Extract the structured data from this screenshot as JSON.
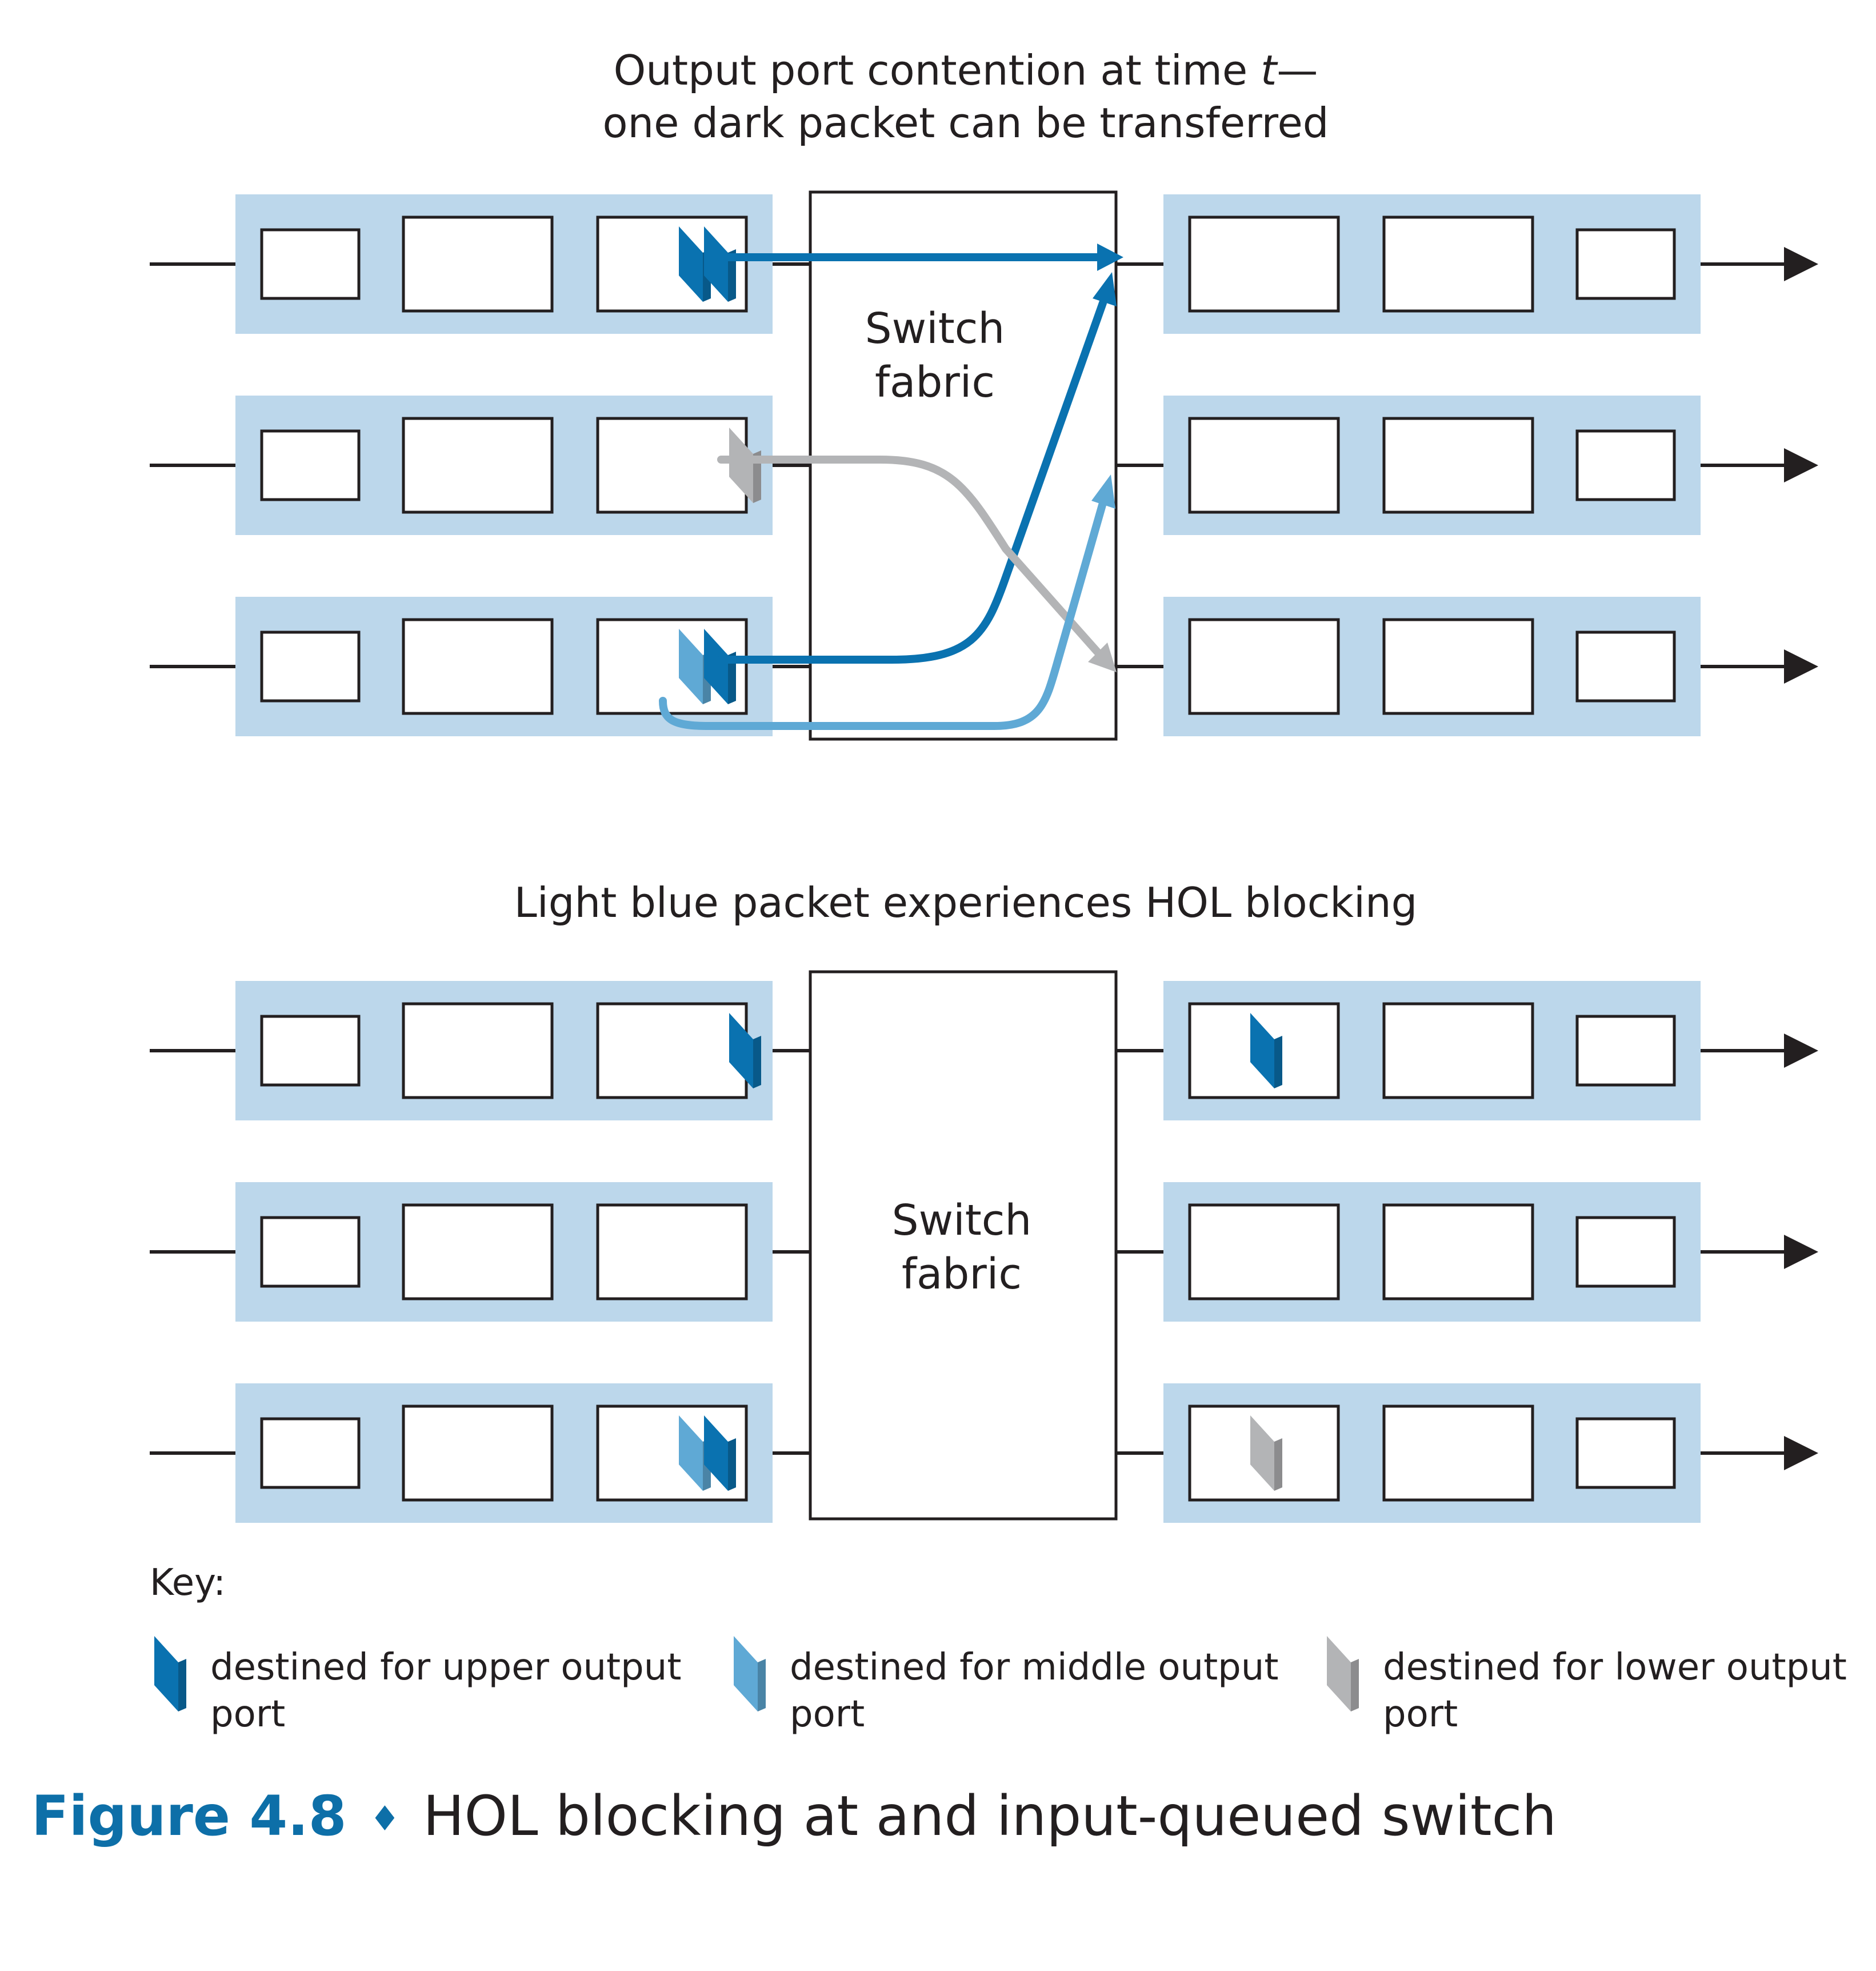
{
  "colors": {
    "port_bg": "#bcd7eb",
    "upper_packet": "#0a72b0",
    "middle_packet": "#5fa9d5",
    "lower_packet": "#b3b4b6",
    "line": "#231f20",
    "caption_accent": "#0d6fa8"
  },
  "top_panel": {
    "title_line1": "Output port contention at time ",
    "title_time_var": "t",
    "title_line1_dash": "—",
    "title_line2": "one dark packet can be transferred",
    "fabric_line1": "Switch",
    "fabric_line2": "fabric",
    "input_packets": [
      [
        "upper",
        "upper"
      ],
      [
        "lower"
      ],
      [
        "middle",
        "upper"
      ]
    ],
    "output_packets": [
      [],
      [],
      []
    ],
    "transfers": [
      {
        "from_port": 1,
        "to_output": "upper",
        "color": "upper"
      },
      {
        "from_port": 3,
        "to_output": "upper",
        "color": "upper"
      },
      {
        "from_port": 2,
        "to_output": "lower",
        "color": "lower"
      },
      {
        "from_port": 3,
        "to_output": "middle",
        "color": "middle"
      }
    ]
  },
  "bottom_panel": {
    "title": "Light blue packet experiences HOL blocking",
    "fabric_line1": "Switch",
    "fabric_line2": "fabric",
    "input_packets": [
      [
        "upper"
      ],
      [],
      [
        "middle",
        "upper"
      ]
    ],
    "output_packets": [
      [
        "upper"
      ],
      [],
      [
        "lower"
      ]
    ]
  },
  "key": {
    "label": "Key:",
    "items": [
      {
        "color": "upper",
        "line1": "destined for upper output",
        "line2": "port"
      },
      {
        "color": "middle",
        "line1": "destined for middle output",
        "line2": "port"
      },
      {
        "color": "lower",
        "line1": "destined for lower output",
        "line2": "port"
      }
    ]
  },
  "caption": {
    "number": "Figure 4.8",
    "separator": "♦",
    "text": "HOL blocking at and input-queued switch"
  }
}
